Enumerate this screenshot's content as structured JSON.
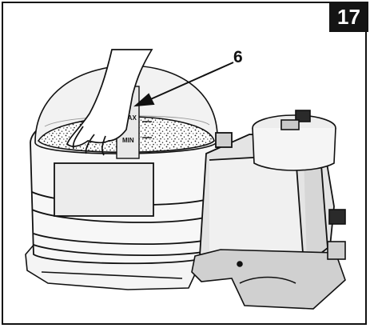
{
  "step_number": "17",
  "callout_label": "6",
  "level_marks": {
    "max": "MAX",
    "min": "MIN"
  },
  "colors": {
    "line": "#111111",
    "fill_light": "#f2f2f2",
    "fill_mid": "#d9d9d9",
    "fill_dark": "#1e1e1e"
  }
}
